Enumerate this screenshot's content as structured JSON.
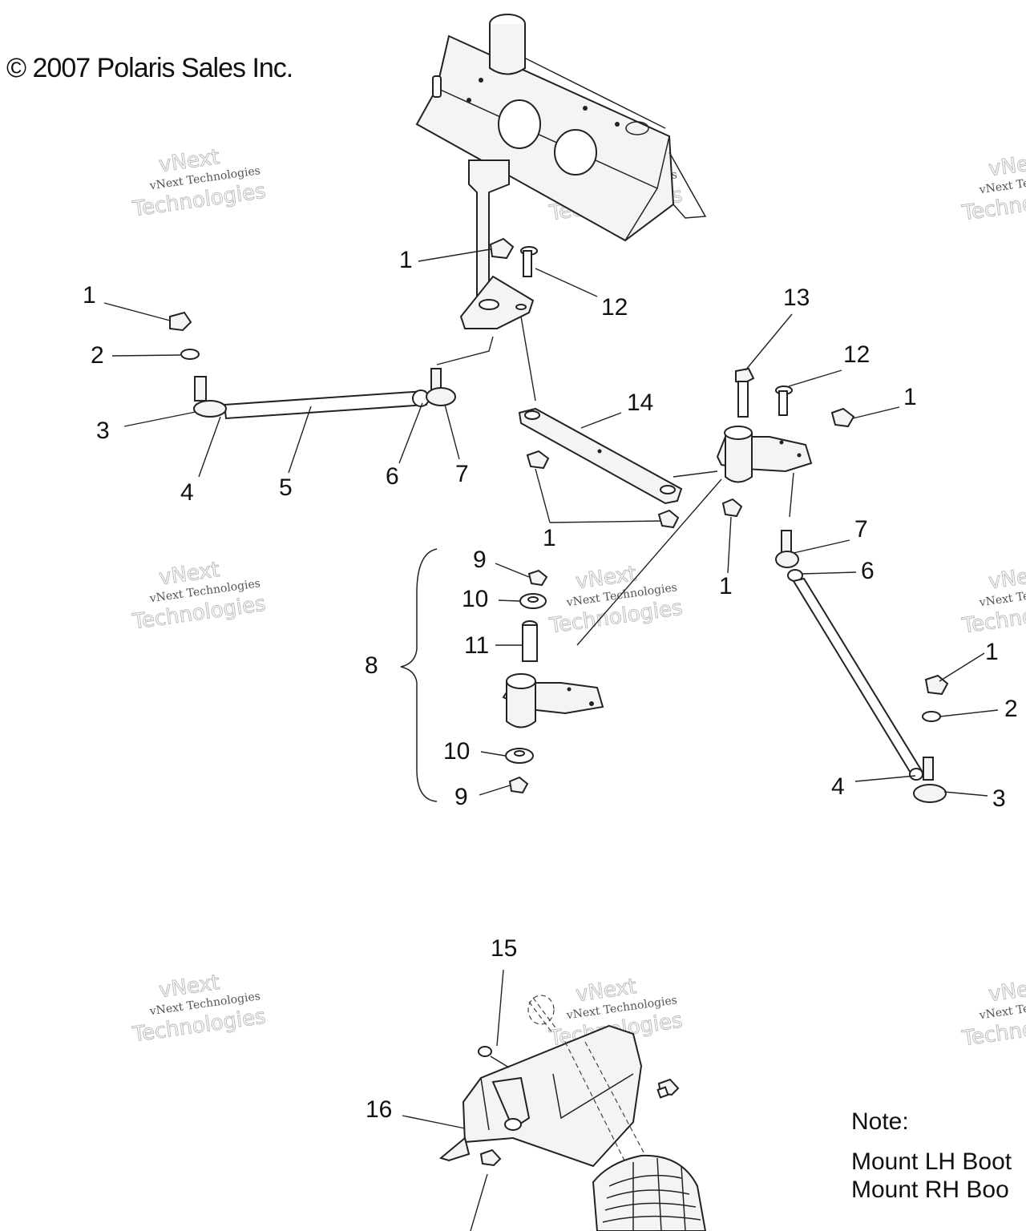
{
  "copyright": "© 2007 Polaris Sales Inc.",
  "watermark": {
    "line1": "vNext",
    "line2": "vNext Technologies",
    "line3": "Technologies"
  },
  "callouts": [
    {
      "id": "c1a",
      "text": "1"
    },
    {
      "id": "c12a",
      "text": "12"
    },
    {
      "id": "c1b",
      "text": "1"
    },
    {
      "id": "c2a",
      "text": "2"
    },
    {
      "id": "c3a",
      "text": "3"
    },
    {
      "id": "c4a",
      "text": "4"
    },
    {
      "id": "c5",
      "text": "5"
    },
    {
      "id": "c6a",
      "text": "6"
    },
    {
      "id": "c7a",
      "text": "7"
    },
    {
      "id": "c13",
      "text": "13"
    },
    {
      "id": "c12b",
      "text": "12"
    },
    {
      "id": "c1c",
      "text": "1"
    },
    {
      "id": "c14",
      "text": "14"
    },
    {
      "id": "c1d",
      "text": "1"
    },
    {
      "id": "c1e",
      "text": "1"
    },
    {
      "id": "c7b",
      "text": "7"
    },
    {
      "id": "c6b",
      "text": "6"
    },
    {
      "id": "c9a",
      "text": "9"
    },
    {
      "id": "c10a",
      "text": "10"
    },
    {
      "id": "c11",
      "text": "11"
    },
    {
      "id": "c8",
      "text": "8"
    },
    {
      "id": "c10b",
      "text": "10"
    },
    {
      "id": "c9b",
      "text": "9"
    },
    {
      "id": "c1f",
      "text": "1"
    },
    {
      "id": "c2b",
      "text": "2"
    },
    {
      "id": "c4b",
      "text": "4"
    },
    {
      "id": "c3b",
      "text": "3"
    },
    {
      "id": "c15",
      "text": "15"
    },
    {
      "id": "c16",
      "text": "16"
    }
  ],
  "note": {
    "title": "Note:",
    "line1": "Mount LH Boot",
    "line2": "Mount RH Boo"
  }
}
